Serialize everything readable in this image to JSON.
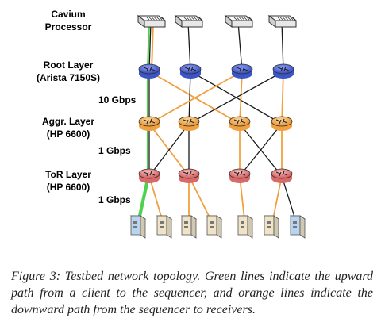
{
  "layers": [
    {
      "line1": "Cavium",
      "line2": "Processor"
    },
    {
      "line1": "Root Layer",
      "line2": "(Arista 7150S)"
    },
    {
      "line1": "Aggr. Layer",
      "line2": "(HP 6600)"
    },
    {
      "line1": "ToR Layer",
      "line2": "(HP 6600)"
    }
  ],
  "link_speeds": [
    "10 Gbps",
    "1 Gbps",
    "1 Gbps"
  ],
  "colors": {
    "cavium": "#e8e8e8",
    "root": "#3a55c8",
    "aggr": "#f0a040",
    "tor": "#d86a6a",
    "host_blue": "#b8d4f0",
    "host_tan": "#efe4c8",
    "green_path": "#4fd04f",
    "orange_path": "#f0a040"
  },
  "icons": [
    "processor-icon",
    "router-icon",
    "server-icon"
  ],
  "caption": "Figure 3: Testbed network topology. Green lines indicate the upward path from a client to the sequencer, and orange lines indicate the downward path from the sequencer to receivers."
}
